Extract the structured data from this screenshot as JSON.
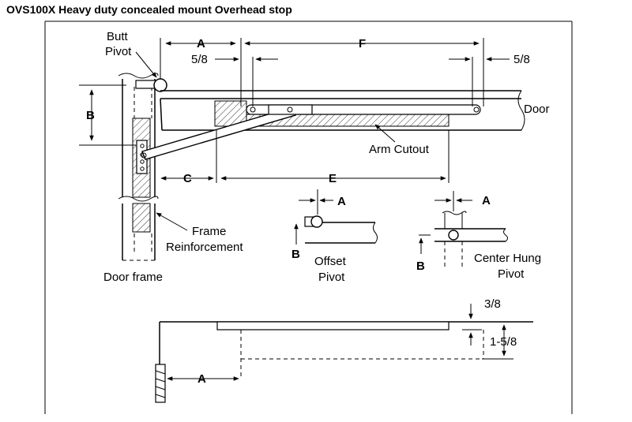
{
  "title": "OVS100X Heavy duty concealed mount Overhead stop",
  "labels": {
    "butt_pivot_line1": "Butt",
    "butt_pivot_line2": "Pivot",
    "dim_a": "A",
    "dim_f": "F",
    "dim_b": "B",
    "dim_c": "C",
    "dim_e": "E",
    "left_5_8": "5/8",
    "right_5_8": "5/8",
    "door": "Door",
    "arm_cutout": "Arm Cutout",
    "frame_reinforcement_line1": "Frame",
    "frame_reinforcement_line2": "Reinforcement",
    "door_frame": "Door frame",
    "offset_pivot_line1": "Offset",
    "offset_pivot_line2": "Pivot",
    "center_hung_line1": "Center Hung",
    "center_hung_line2": "Pivot",
    "dim_3_8": "3/8",
    "dim_1_5_8": "1-5/8"
  }
}
